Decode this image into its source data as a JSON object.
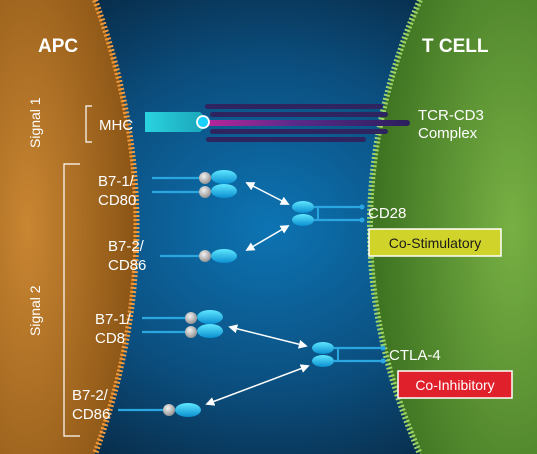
{
  "left_cell": {
    "title": "APC"
  },
  "right_cell": {
    "title": "T CELL"
  },
  "signal1": {
    "label": "Signal 1",
    "mhc": "MHC",
    "tcr_line1": "TCR-CD3",
    "tcr_line2": "Complex"
  },
  "signal2": {
    "label": "Signal 2",
    "b7_1_a_line1": "B7-1/",
    "b7_1_a_line2": "CD80",
    "b7_2_a_line1": "B7-2/",
    "b7_2_a_line2": "CD86",
    "cd28": "CD28",
    "co_stim": "Co-Stimulatory",
    "b7_1_b_line1": "B7-1/",
    "b7_1_b_line2": "CD8",
    "b7_2_b_line1": "B7-2/",
    "b7_2_b_line2": "CD86",
    "ctla4": "CTLA-4",
    "co_inhib": "Co-Inhibitory"
  },
  "colors": {
    "apc": "#b8752a",
    "tcell": "#5f9a3a",
    "background": "#0a3a5c",
    "co_stim_badge": "#cfd32a",
    "co_inhib_badge": "#e0202a"
  }
}
